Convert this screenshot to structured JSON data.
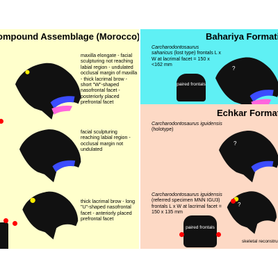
{
  "left_panel": {
    "title": "ompound Assemblage (Morocco)",
    "rows": [
      {
        "text": "maxilla elongate - facial sculpturing not reaching labial region - undulated occlusal margin of maxilla - thick lacrimal brow - short \"W\"-shaped nasofrontal facet - posteriorly placed prefrontal facet"
      },
      {
        "text": "facial sculpturing reaching labial region - occlusal margin not undulated"
      },
      {
        "text": "thick lacrimal brow - long \"U\"-shaped nasofrontal facet - anteriorly placed prefrontal facet"
      }
    ]
  },
  "top_right_panel": {
    "title": "Bahariya Formation (",
    "specimen_name": "Carcharodontosaurus saharicus",
    "specimen_note": "(lost type) frontals L x W at lacrimal facet = 150 x <162 mm",
    "frontals_label": "paired frontals",
    "question_mark": "?"
  },
  "bottom_right_panel": {
    "title": "Echkar Formation",
    "holotype_name": "Carcharodontosaurus iguidensis",
    "holotype_note": "(holotype)",
    "referred_name": "Carcharodontosaurus iguidensis",
    "referred_note": "(referred specimen MNN IGU3) frontals L x W at lacrimal facet = 150 x 135 mm",
    "frontals_label": "paired frontals",
    "question_mark": "?",
    "caption": "skeletal reconstru"
  },
  "colors": {
    "left_bg": "#ffffcc",
    "top_right_bg": "#5ff0f4",
    "bottom_right_bg": "#fdd9c5",
    "skull": "#111111",
    "maxilla_highlight": "#3b4cff",
    "dentary_highlight": "#ff66dd",
    "lacrimal_highlight": "#ffee00",
    "facet_marker": "#ff0000"
  }
}
